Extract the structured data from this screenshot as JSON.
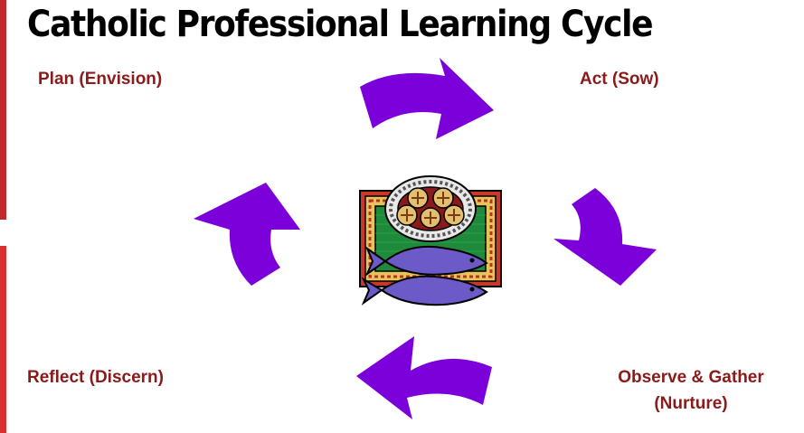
{
  "title": "Catholic Professional Learning Cycle",
  "colors": {
    "arrow": "#7b00d9",
    "stage_text": "#8b1a1a",
    "title": "#000000",
    "accent": "#c0282a"
  },
  "stages": {
    "plan": "Plan (Envision)",
    "act": "Act (Sow)",
    "observe_line1": "Observe & Gather",
    "observe_line2": "(Nurture)",
    "reflect": "Reflect (Discern)"
  },
  "icons": {
    "center": "loaves-and-fishes-icon",
    "arrows": [
      "curved-arrow-top-icon",
      "curved-arrow-right-icon",
      "curved-arrow-bottom-icon",
      "curved-arrow-left-icon"
    ]
  }
}
